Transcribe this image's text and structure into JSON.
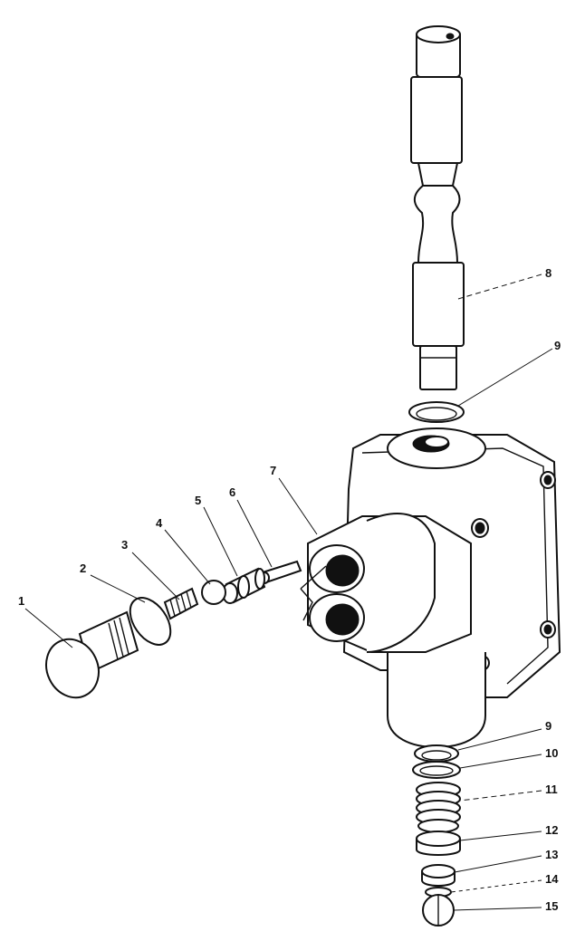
{
  "diagram": {
    "parts": [
      {
        "id": "plug",
        "label": "1"
      },
      {
        "id": "plug-o-ring",
        "label": "2"
      },
      {
        "id": "relief-spring",
        "label": "3"
      },
      {
        "id": "ball",
        "label": "4"
      },
      {
        "id": "ball-seat",
        "label": "5"
      },
      {
        "id": "pin",
        "label": "6"
      },
      {
        "id": "valve-body",
        "label": "7"
      },
      {
        "id": "spool",
        "label": "8"
      },
      {
        "id": "o-ring-top",
        "label": "9"
      },
      {
        "id": "o-ring-bottom",
        "label": "9"
      },
      {
        "id": "washer",
        "label": "10"
      },
      {
        "id": "centering-spring",
        "label": "11"
      },
      {
        "id": "spring-cup",
        "label": "12"
      },
      {
        "id": "retainer",
        "label": "13"
      },
      {
        "id": "spacer",
        "label": "14"
      },
      {
        "id": "snap-ring",
        "label": "15"
      }
    ]
  }
}
